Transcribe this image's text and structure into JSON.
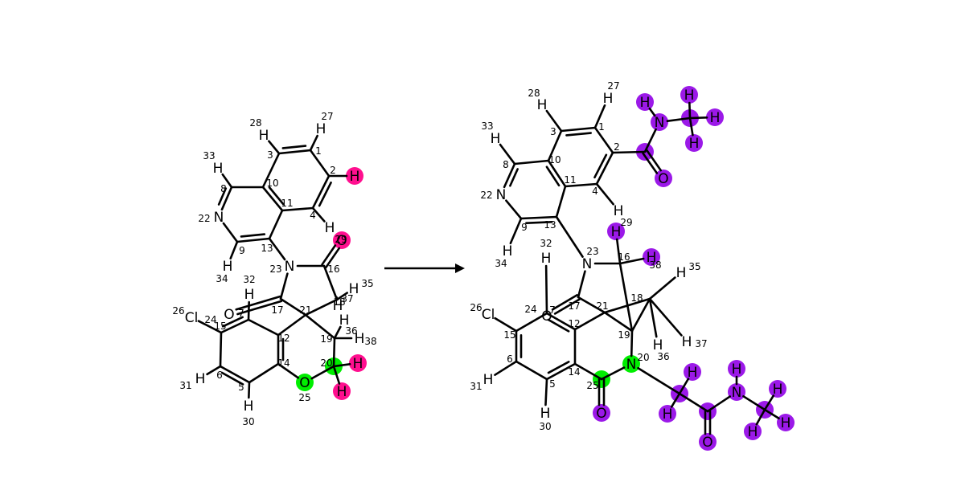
{
  "colors": {
    "bond": "#000000",
    "highlight_removed": "#ff0f8f",
    "highlight_reaction_center": "#00ee00",
    "highlight_added": "#9b19e8"
  },
  "arrow": {
    "direction": "right"
  },
  "reactant": {
    "atoms": [
      {
        "id": 1,
        "el": ""
      },
      {
        "id": 2,
        "el": ""
      },
      {
        "id": 3,
        "el": ""
      },
      {
        "id": 4,
        "el": ""
      },
      {
        "id": 5,
        "el": ""
      },
      {
        "id": 6,
        "el": ""
      },
      {
        "id": 7,
        "el": "O"
      },
      {
        "id": 8,
        "el": ""
      },
      {
        "id": 9,
        "el": ""
      },
      {
        "id": 10,
        "el": ""
      },
      {
        "id": 11,
        "el": ""
      },
      {
        "id": 12,
        "el": ""
      },
      {
        "id": 13,
        "el": ""
      },
      {
        "id": 14,
        "el": ""
      },
      {
        "id": 15,
        "el": ""
      },
      {
        "id": 16,
        "el": ""
      },
      {
        "id": 17,
        "el": ""
      },
      {
        "id": 18,
        "el": ""
      },
      {
        "id": 19,
        "el": ""
      },
      {
        "id": 20,
        "el": ""
      },
      {
        "id": 21,
        "el": ""
      },
      {
        "id": 22,
        "el": "N"
      },
      {
        "id": 23,
        "el": "N"
      },
      {
        "id": 24,
        "el": ""
      },
      {
        "id": 25,
        "el": "O",
        "hl": "green"
      },
      {
        "id": 26,
        "el": "Cl"
      },
      {
        "id": 27,
        "el": "H"
      },
      {
        "id": 28,
        "el": "H"
      },
      {
        "id": 29,
        "el": "O",
        "hl": "pink"
      },
      {
        "id": 30,
        "el": "H"
      },
      {
        "id": 31,
        "el": "H"
      },
      {
        "id": 32,
        "el": "H"
      },
      {
        "id": 33,
        "el": "H"
      },
      {
        "id": 34,
        "el": "H"
      },
      {
        "id": 35,
        "el": "H"
      },
      {
        "id": 36,
        "el": "H"
      },
      {
        "id": 37,
        "el": "H"
      },
      {
        "id": 38,
        "el": "H"
      },
      {
        "key": "hA",
        "el": "H",
        "hl": "pink"
      },
      {
        "key": "hB",
        "el": "H",
        "hl": "pink"
      },
      {
        "key": "hC",
        "el": "H",
        "hl": "pink"
      },
      {
        "key": "c20",
        "el": "",
        "hl": "green"
      }
    ]
  },
  "product": {
    "atoms": [
      {
        "id": 1,
        "el": ""
      },
      {
        "id": 2,
        "el": ""
      },
      {
        "id": 3,
        "el": ""
      },
      {
        "id": 4,
        "el": ""
      },
      {
        "id": 5,
        "el": ""
      },
      {
        "id": 6,
        "el": ""
      },
      {
        "id": 7,
        "el": "O"
      },
      {
        "id": 8,
        "el": ""
      },
      {
        "id": 9,
        "el": ""
      },
      {
        "id": 10,
        "el": ""
      },
      {
        "id": 11,
        "el": ""
      },
      {
        "id": 12,
        "el": ""
      },
      {
        "id": 13,
        "el": ""
      },
      {
        "id": 14,
        "el": ""
      },
      {
        "id": 15,
        "el": ""
      },
      {
        "id": 16,
        "el": ""
      },
      {
        "id": 17,
        "el": ""
      },
      {
        "id": 18,
        "el": ""
      },
      {
        "id": 19,
        "el": ""
      },
      {
        "id": 20,
        "el": "N",
        "hl": "green"
      },
      {
        "id": 21,
        "el": ""
      },
      {
        "id": 22,
        "el": "N"
      },
      {
        "id": 23,
        "el": "N"
      },
      {
        "id": 24,
        "el": ""
      },
      {
        "id": 25,
        "el": "",
        "hl": "green"
      },
      {
        "id": 26,
        "el": "Cl"
      },
      {
        "id": 27,
        "el": "H"
      },
      {
        "id": 28,
        "el": "H"
      },
      {
        "id": 29,
        "el": "H",
        "hl": "purple"
      },
      {
        "id": 30,
        "el": "H"
      },
      {
        "id": 31,
        "el": "H"
      },
      {
        "id": 32,
        "el": "H"
      },
      {
        "id": 33,
        "el": "H"
      },
      {
        "id": 34,
        "el": "H"
      },
      {
        "id": 35,
        "el": "H"
      },
      {
        "id": 36,
        "el": "H"
      },
      {
        "id": 37,
        "el": "H"
      },
      {
        "id": 38,
        "el": "H",
        "hl": "purple"
      },
      {
        "key": "amA_C",
        "el": "",
        "hl": "purple"
      },
      {
        "key": "amA_O",
        "el": "O",
        "hl": "purple"
      },
      {
        "key": "amA_N",
        "el": "N",
        "hl": "purple"
      },
      {
        "key": "amA_NH",
        "el": "H",
        "hl": "purple"
      },
      {
        "key": "amA_Me",
        "el": "",
        "hl": "purple"
      },
      {
        "key": "amA_MeH1",
        "el": "H",
        "hl": "purple"
      },
      {
        "key": "amA_MeH2",
        "el": "H",
        "hl": "purple"
      },
      {
        "key": "amA_MeH3",
        "el": "H",
        "hl": "purple"
      },
      {
        "key": "o25",
        "el": "O",
        "hl": "purple"
      },
      {
        "key": "amB_CH2",
        "el": "",
        "hl": "purple"
      },
      {
        "key": "amB_H1",
        "el": "H",
        "hl": "purple"
      },
      {
        "key": "amB_H2",
        "el": "H",
        "hl": "purple"
      },
      {
        "key": "amB_C",
        "el": "",
        "hl": "purple"
      },
      {
        "key": "amB_O",
        "el": "O",
        "hl": "purple"
      },
      {
        "key": "amB_N",
        "el": "N",
        "hl": "purple"
      },
      {
        "key": "amB_NH",
        "el": "H",
        "hl": "purple"
      },
      {
        "key": "amB_Me",
        "el": "",
        "hl": "purple"
      },
      {
        "key": "amB_MeH1",
        "el": "H",
        "hl": "purple"
      },
      {
        "key": "amB_MeH2",
        "el": "H",
        "hl": "purple"
      },
      {
        "key": "amB_MeH3",
        "el": "H",
        "hl": "purple"
      }
    ]
  }
}
